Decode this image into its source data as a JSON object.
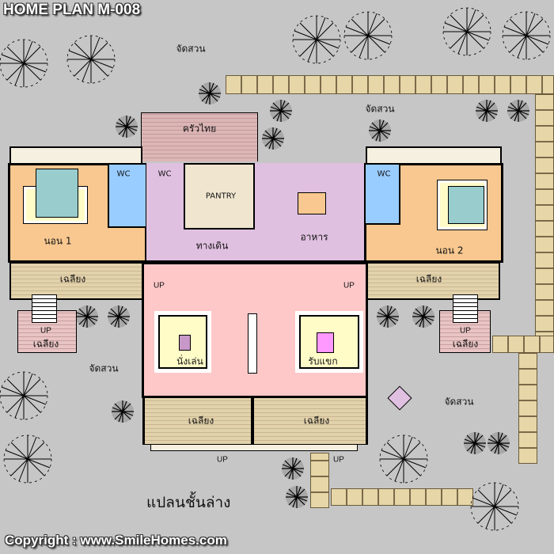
{
  "header": {
    "title": "HOME PLAN M-008"
  },
  "footer": {
    "copyright": "Copyright : www.SmileHomes.com"
  },
  "plan_title": "แปลนชั้นล่าง",
  "rooms": {
    "kitchen": "ครัวไทย",
    "wc1": "WC",
    "wc2": "WC",
    "wc3": "WC",
    "pantry": "PANTRY",
    "bedroom1": "นอน 1",
    "bedroom2": "นอน 2",
    "corridor": "ทางเดิน",
    "dining": "อาหาร",
    "family": "นั่งเล่น",
    "living": "รับแขก",
    "veranda": "เฉลียง"
  },
  "garden": "จัดสวน",
  "stairs_label": "UP",
  "colors": {
    "bedroom": "#f8c890",
    "wc": "#99ccff",
    "dining": "#e0c0e0",
    "living": "#ffc8c8",
    "pantry": "#f0e6d0"
  }
}
